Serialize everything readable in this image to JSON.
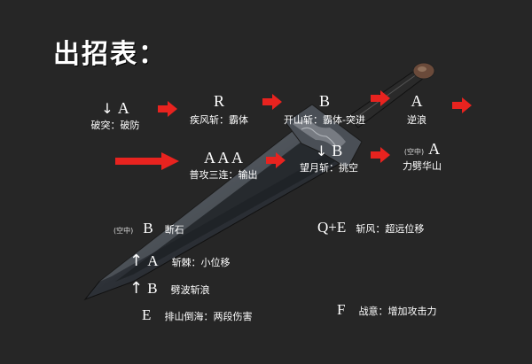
{
  "title": "出招表：",
  "row1": [
    {
      "arrow": "↓",
      "key": "A",
      "desc": "破突：破防"
    },
    {
      "arrow": "",
      "key": "R",
      "desc": "疾风斩：霸体"
    },
    {
      "arrow": "",
      "key": "B",
      "desc": "开山斩：霸体-突进"
    },
    {
      "arrow": "",
      "key": "A",
      "desc": "逆浪"
    }
  ],
  "row2": [
    {
      "arrow": "",
      "key": "A A A",
      "desc": "普攻三连：输出"
    },
    {
      "arrow": "↓",
      "key": "B",
      "desc": "望月斩：挑空"
    },
    {
      "prefix": "(空中)",
      "key": "A",
      "desc": "力劈华山"
    }
  ],
  "moves": [
    {
      "prefix": "(空中)",
      "key": "B",
      "desc": "断石"
    },
    {
      "arrow": "↑",
      "key": "A",
      "desc": "斩棘：小位移"
    },
    {
      "arrow": "↑",
      "key": "B",
      "desc": "劈波斩浪"
    },
    {
      "key": "E",
      "desc": "排山倒海：两段伤害"
    },
    {
      "key": "Q+E",
      "desc": "斩风：超远位移"
    },
    {
      "key": "F",
      "desc": "战意：增加攻击力"
    }
  ],
  "colors": {
    "background": "#262626",
    "arrow": "#e8231f",
    "text": "#ffffff"
  }
}
